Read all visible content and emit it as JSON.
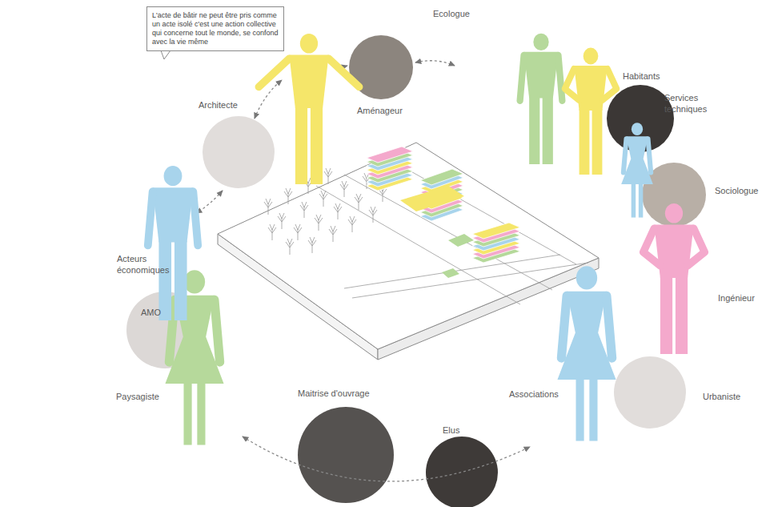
{
  "diagram": {
    "nodes": [
      {
        "text": [
          "L'acte de bâtir ne peut être pris comme un acte isolé c'est une action collective qui concerne tout le monde, se confond avec la vie même"
        ]
      }
    ],
    "labels": [
      "Ecologue",
      "Habitants",
      "Services techniques",
      "Sociologue",
      "Ingénieur",
      "Urbaniste",
      "Elus",
      "Associations",
      "Maitrise d'ouvrage",
      "Paysagiste",
      "AMO",
      "Acteurs économiques",
      "Architecte",
      "Aménageur"
    ]
  }
}
